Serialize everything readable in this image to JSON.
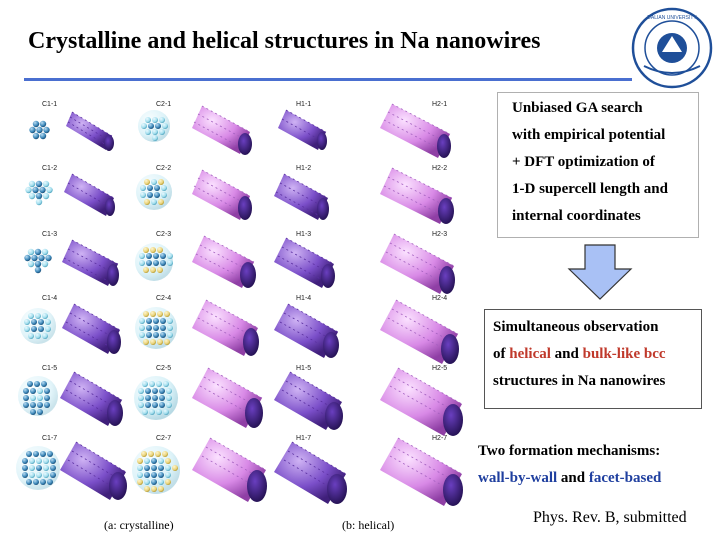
{
  "title": "Crystalline and helical structures in Na nanowires",
  "logo": {
    "text": "DALIAN UNIVERSITY OF TECHNOLOGY",
    "icon": "university-seal"
  },
  "structures": {
    "rows": [
      [
        "C1-1",
        "C2-1",
        "H1-1",
        "H2-1"
      ],
      [
        "C1-2",
        "C2-2",
        "H1-2",
        "H2-2"
      ],
      [
        "C1-3",
        "C2-3",
        "H1-3",
        "H2-3"
      ],
      [
        "C1-4",
        "C2-4",
        "H1-4",
        "H2-4"
      ],
      [
        "C1-5",
        "C2-5",
        "H1-5",
        "H2-5"
      ],
      [
        "C1-7",
        "C2-7",
        "H1-7",
        "H2-7"
      ]
    ],
    "caption_a": "(a: crystalline)",
    "caption_b": "(b: helical)"
  },
  "method_box": {
    "line1": "Unbiased GA search",
    "line2": "with empirical potential",
    "line3": "+ DFT optimization of",
    "line4": "1-D supercell length and",
    "line5": "internal coordinates"
  },
  "observation_box": {
    "line1": "Simultaneous observation",
    "line2_pre": "of ",
    "line2_helical": "helical",
    "line2_mid": " and ",
    "line2_bcc": "bulk-like bcc",
    "line3": "structures in Na nanowires"
  },
  "mechanism_box": {
    "line1": "Two formation mechanisms:",
    "line2_wall": "wall-by-wall",
    "line2_mid": " and ",
    "line2_facet": "facet-based"
  },
  "citation": "Phys. Rev. B, submitted",
  "colors": {
    "title_rule": "#4a6fd0",
    "crystalline_purple": "#7b4fc9",
    "helical_pink": "#d889e6",
    "cross_section_blue": "#3a86b8",
    "cross_section_cyan": "#9fdcec",
    "cross_section_yellow": "#e8d27a",
    "highlight_red": "#c0392b",
    "highlight_blue": "#1f3f9f",
    "arrow_fill": "#a9c1f5"
  }
}
